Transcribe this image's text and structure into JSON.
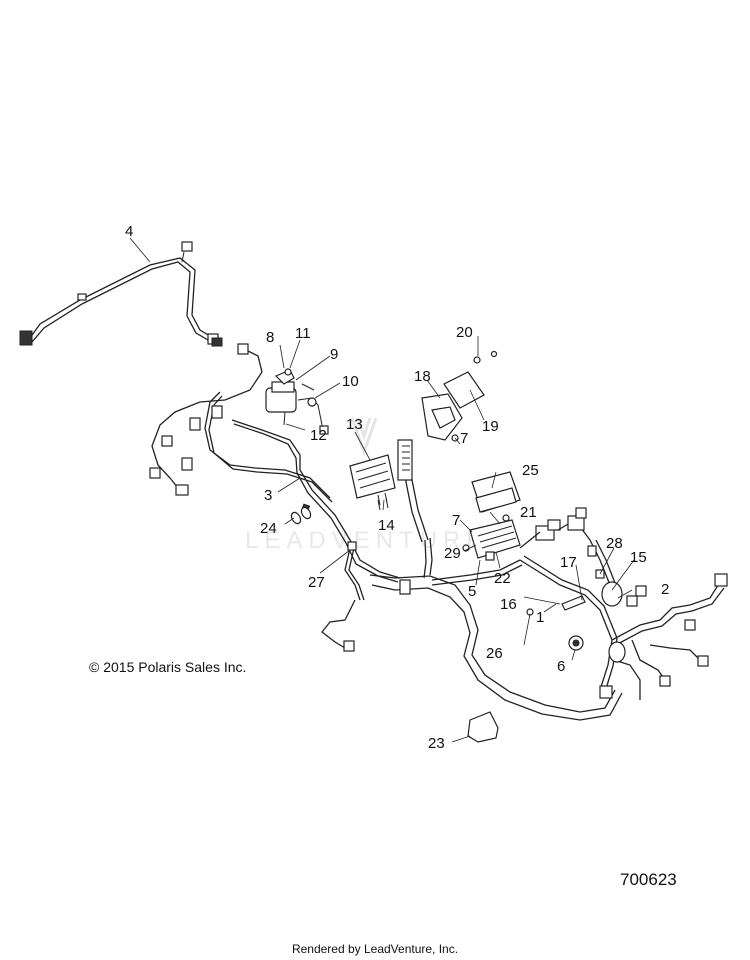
{
  "watermark": "LEADVENTURE",
  "copyright": "© 2015 Polaris Sales Inc.",
  "figure_number": "700623",
  "rendered_by": "Rendered by LeadVenture, Inc.",
  "callouts": [
    "1",
    "2",
    "3",
    "4",
    "5",
    "6",
    "7",
    "7",
    "8",
    "9",
    "10",
    "11",
    "12",
    "13",
    "14",
    "15",
    "16",
    "17",
    "18",
    "19",
    "20",
    "21",
    "22",
    "23",
    "24",
    "25",
    "26",
    "27",
    "28",
    "29"
  ]
}
